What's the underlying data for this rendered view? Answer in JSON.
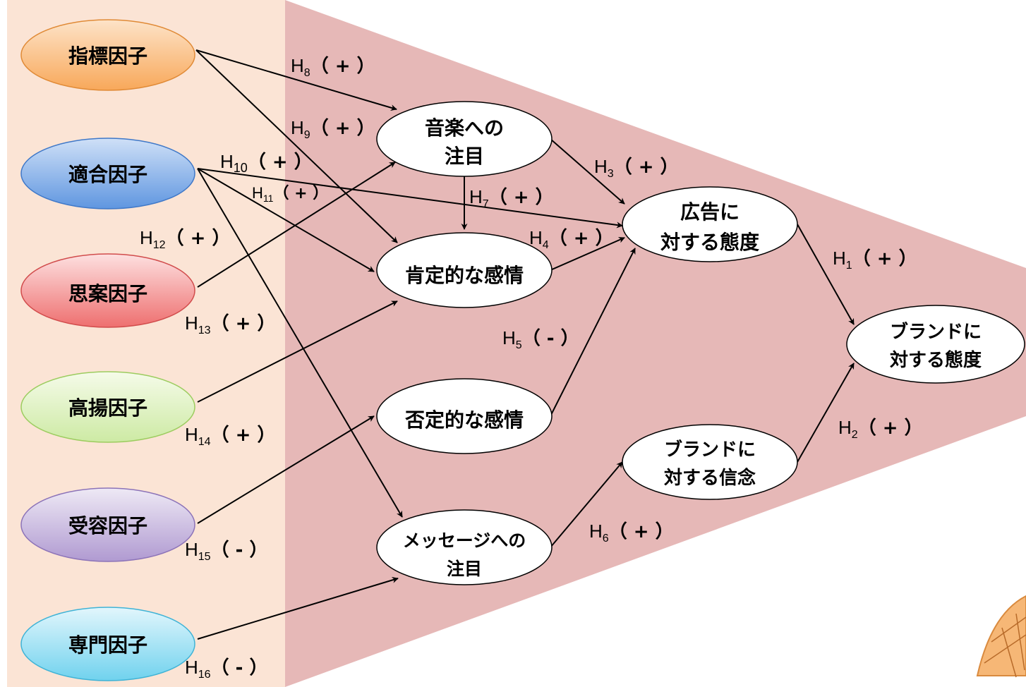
{
  "colors": {
    "left_band": "#fbe4d5",
    "funnel": "#e6b8b7",
    "factor_fills": {
      "shihyo": [
        "#fde3c8",
        "#f8a85a"
      ],
      "tekigo": [
        "#cfe0f7",
        "#5f96e0"
      ],
      "shian": [
        "#fde0e0",
        "#ee6f6f"
      ],
      "koyo": [
        "#f5fbe9",
        "#cdeaa4"
      ],
      "juyo": [
        "#eee9f5",
        "#b09ad1"
      ],
      "senmon": [
        "#e2f6fc",
        "#70d2ee"
      ]
    }
  },
  "factors": {
    "shihyo": "指標因子",
    "tekigo": "適合因子",
    "shian": "思案因子",
    "koyo": "高揚因子",
    "juyo": "受容因子",
    "senmon": "専門因子"
  },
  "constructs": {
    "music_attention": [
      "音楽への",
      "注目"
    ],
    "positive_emotion": [
      "肯定的な感情"
    ],
    "negative_emotion": [
      "否定的な感情"
    ],
    "message_attention": [
      "メッセージへの",
      "注目"
    ],
    "ad_attitude": [
      "広告に",
      "対する態度"
    ],
    "brand_belief": [
      "ブランドに",
      "対する信念"
    ],
    "brand_attitude": [
      "ブランドに",
      "対する態度"
    ]
  },
  "hypotheses": {
    "h1": {
      "sub": "1",
      "sign": "（ + ）"
    },
    "h2": {
      "sub": "2",
      "sign": "（ + ）"
    },
    "h3": {
      "sub": "3",
      "sign": "（ + ）"
    },
    "h4": {
      "sub": "4",
      "sign": "（ + ）"
    },
    "h5": {
      "sub": "5",
      "sign": "（ - ）"
    },
    "h6": {
      "sub": "6",
      "sign": "（ + ）"
    },
    "h7": {
      "sub": "7",
      "sign": "（ + ）"
    },
    "h8": {
      "sub": "8",
      "sign": "（ + ）"
    },
    "h9": {
      "sub": "9",
      "sign": "（ + ）"
    },
    "h10": {
      "sub": "10",
      "sign": "（ + ）"
    },
    "h11": {
      "sub": "11",
      "sign": "（ + ）"
    },
    "h12": {
      "sub": "12",
      "sign": "（ + ）"
    },
    "h13": {
      "sub": "13",
      "sign": "（ + ）"
    },
    "h14": {
      "sub": "14",
      "sign": "（ + ）"
    },
    "h15": {
      "sub": "15",
      "sign": "（ - ）"
    },
    "h16": {
      "sub": "16",
      "sign": "（ - ）"
    }
  },
  "h_letter": "H"
}
